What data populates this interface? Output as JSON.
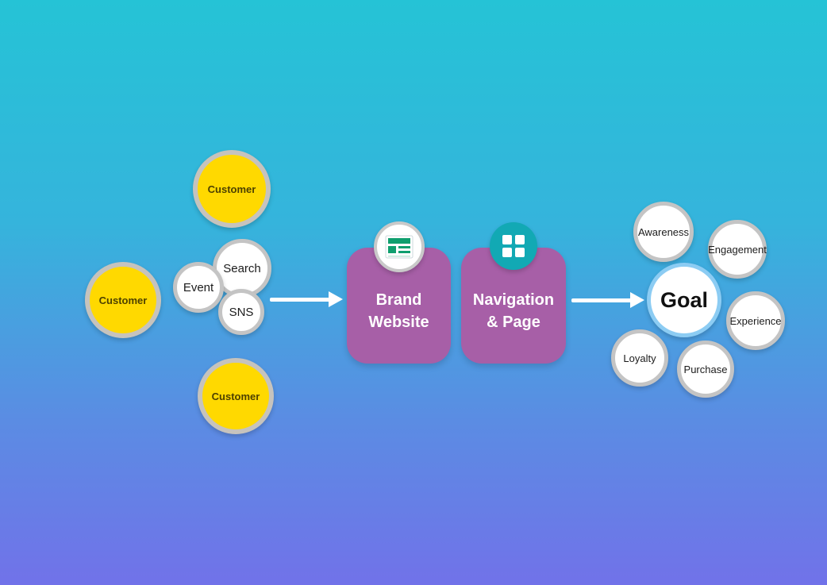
{
  "nodes": {
    "customer_top": {
      "label": "Customer"
    },
    "customer_left": {
      "label": "Customer"
    },
    "customer_bottom": {
      "label": "Customer"
    },
    "event": {
      "label": "Event"
    },
    "search": {
      "label": "Search"
    },
    "sns": {
      "label": "SNS"
    },
    "brand_website": {
      "line1": "Brand",
      "line2": "Website",
      "icon": "browser-document-icon"
    },
    "navigation_page": {
      "line1": "Navigation",
      "line2": "& Page",
      "icon": "grid-window-icon"
    },
    "goal": {
      "label": "Goal"
    },
    "awareness": {
      "label": "Awareness"
    },
    "engagement": {
      "label": "Engagement"
    },
    "experience": {
      "label": "Experience"
    },
    "purchase": {
      "label": "Purchase"
    },
    "loyalty": {
      "label": "Loyalty"
    }
  },
  "colors": {
    "background_top": "#25c3d6",
    "background_bottom": "#7172e9",
    "customer_fill": "#ffd900",
    "node_border": "#c4c4c4",
    "stage_fill": "#a75fa7",
    "goal_border": "#8cccf3",
    "icon_teal": "#12a9b4",
    "icon_green": "#0f9f6e",
    "arrow": "#ffffff"
  }
}
